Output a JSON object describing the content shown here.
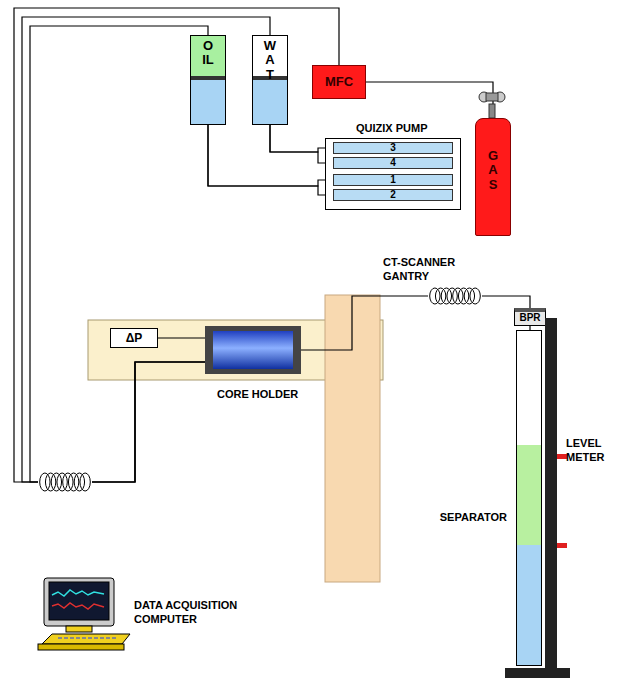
{
  "diagram": {
    "nodes": [
      {
        "text": [
          "OIL"
        ]
      },
      {
        "text": [
          "WAT"
        ]
      },
      {
        "text": [
          "MFC"
        ]
      },
      {
        "text": [
          "QUIZIX PUMP"
        ]
      },
      {
        "text": [
          "3"
        ],
        "in": 3
      },
      {
        "text": [
          "4"
        ],
        "in": 3
      },
      {
        "text": [
          "1"
        ],
        "in": 3
      },
      {
        "text": [
          "2"
        ],
        "in": 3
      },
      {
        "text": [
          "GAS"
        ]
      },
      {
        "text": [
          "CT-SCANNER GANTRY"
        ]
      },
      {
        "text": [
          "ΔP"
        ]
      },
      {
        "text": [
          "CORE HOLDER"
        ]
      },
      {
        "text": [
          "BPR"
        ]
      },
      {
        "text": [
          "SEPARATOR"
        ]
      },
      {
        "text": [
          "LEVEL METER"
        ]
      },
      {
        "text": [
          "DATA ACQUISITION COMPUTER"
        ]
      }
    ],
    "edges": [
      {
        "from": 0,
        "to": 11,
        "arrow": "none"
      },
      {
        "from": 1,
        "to": 11,
        "arrow": "none"
      },
      {
        "from": 2,
        "to": 11,
        "arrow": "none"
      },
      {
        "from": 8,
        "to": 2,
        "arrow": "none"
      },
      {
        "from": 4,
        "to": 1,
        "arrow": "none"
      },
      {
        "from": 5,
        "to": 1,
        "arrow": "none"
      },
      {
        "from": 6,
        "to": 0,
        "arrow": "none"
      },
      {
        "from": 7,
        "to": 0,
        "arrow": "none"
      },
      {
        "from": 11,
        "to": 12,
        "arrow": "none"
      },
      {
        "from": 12,
        "to": 13,
        "arrow": "none"
      },
      {
        "from": 10,
        "to": 11,
        "arrow": "none"
      }
    ]
  }
}
